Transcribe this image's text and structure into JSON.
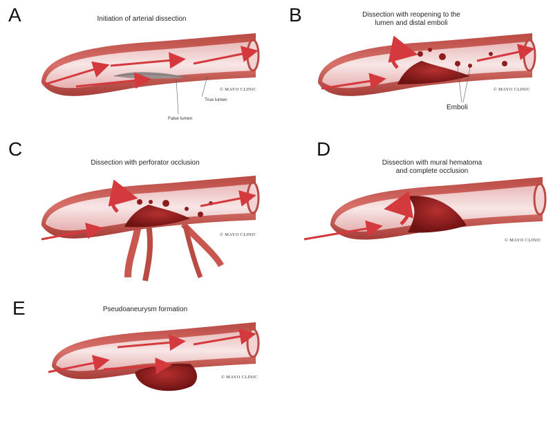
{
  "panels": {
    "a": {
      "letter": "A",
      "title": "Initiation of arterial dissection",
      "true_lumen": "True lumen",
      "false_lumen": "False lumen",
      "copyright": "© MAYO CLINIC"
    },
    "b": {
      "letter": "B",
      "title_line1": "Dissection with reopening to the",
      "title_line2": "lumen and distal emboli",
      "emboli": "Emboli",
      "copyright": "© MAYO CLINIC"
    },
    "c": {
      "letter": "C",
      "title": "Dissection with perforator occlusion",
      "copyright": "© MAYO CLINIC"
    },
    "d": {
      "letter": "D",
      "title_line1": "Dissection with mural hematoma",
      "title_line2": "and complete occlusion",
      "copyright": "© MAYO CLINIC"
    },
    "e": {
      "letter": "E",
      "title": "Pseudoaneurysm formation",
      "copyright": "© MAYO CLINIC"
    }
  },
  "colors": {
    "vessel_wall": "#c9574f",
    "lumen": "#f3d6d6",
    "clot": "#8e1c1c",
    "arrow": "#d3393d"
  }
}
